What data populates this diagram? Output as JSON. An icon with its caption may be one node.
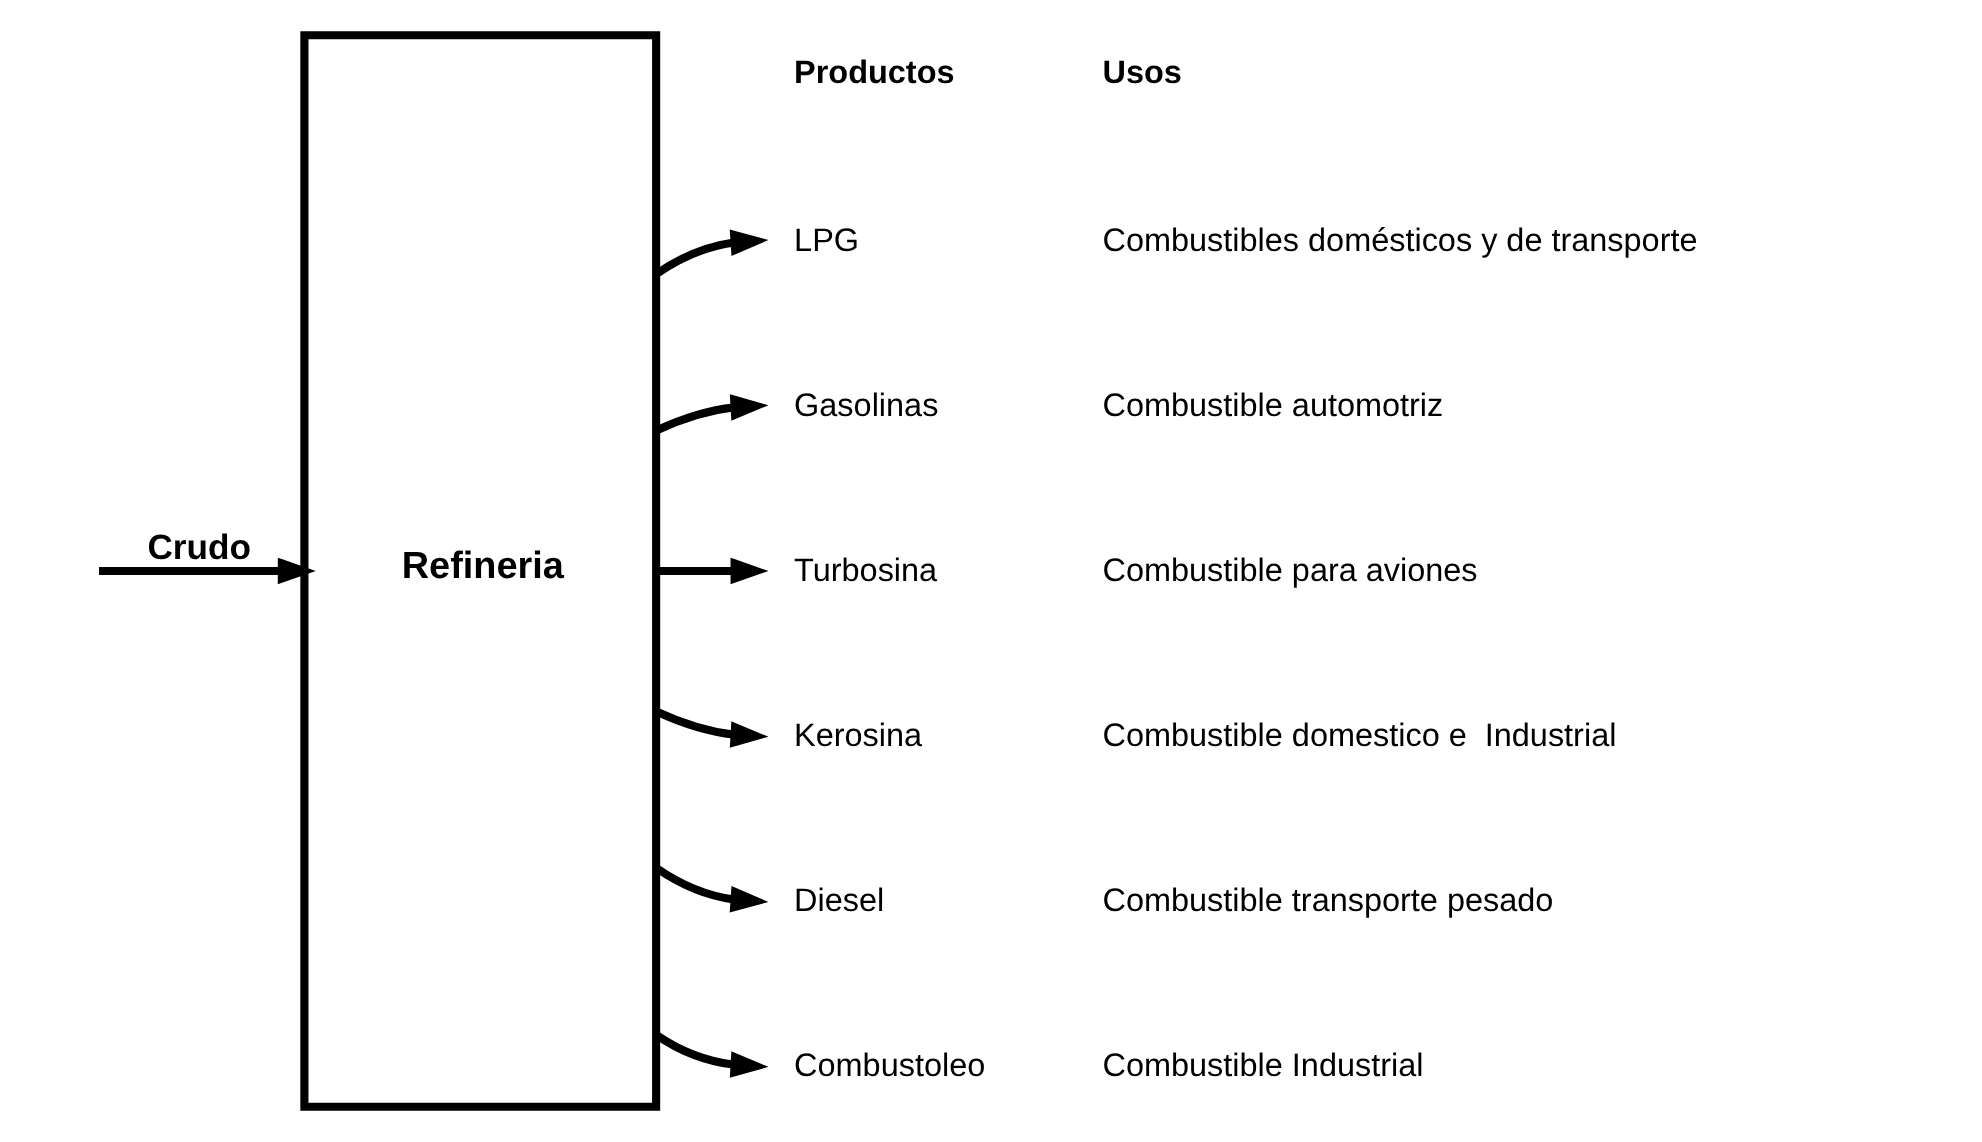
{
  "diagram": {
    "nodes": [
      {
        "text": [
          "Refineria"
        ]
      },
      {
        "text": [
          "LPG"
        ],
        "beside": [
          "Combustibles domésticos y de transporte"
        ]
      },
      {
        "text": [
          "Gasolinas"
        ],
        "beside": [
          "Combustible automotriz"
        ]
      },
      {
        "text": [
          "Turbosina"
        ],
        "beside": [
          "Combustible para aviones"
        ]
      },
      {
        "text": [
          "Kerosina"
        ],
        "beside": [
          "Combustible domestico e  Industrial"
        ]
      },
      {
        "text": [
          "Diesel"
        ],
        "beside": [
          "Combustible transporte pesado"
        ]
      },
      {
        "text": [
          "Combustoleo"
        ],
        "beside": [
          "Combustible Industrial"
        ]
      }
    ],
    "edges": [
      {
        "from": null,
        "to": 0,
        "arrow": "to",
        "label": "Crudo"
      },
      {
        "from": 0,
        "to": 1,
        "arrow": "to"
      },
      {
        "from": 0,
        "to": 2,
        "arrow": "to"
      },
      {
        "from": 0,
        "to": 3,
        "arrow": "to"
      },
      {
        "from": 0,
        "to": 4,
        "arrow": "to"
      },
      {
        "from": 0,
        "to": 5,
        "arrow": "to"
      },
      {
        "from": 0,
        "to": 6,
        "arrow": "to"
      }
    ],
    "labels": [
      "Productos",
      "Usos"
    ]
  }
}
